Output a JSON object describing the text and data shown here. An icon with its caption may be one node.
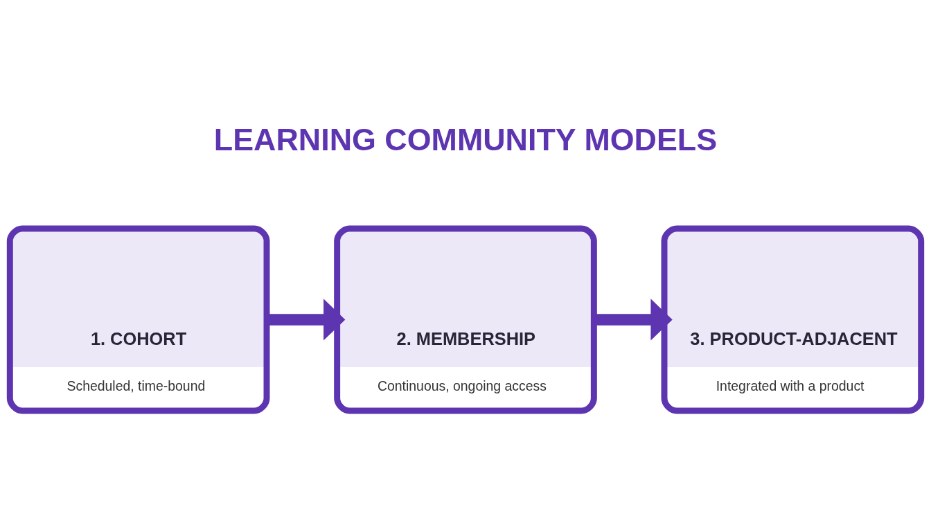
{
  "diagram": {
    "title": "LEARNING COMMUNITY MODELS",
    "nodes": [
      {
        "text": [
          "1. COHORT",
          "Scheduled, time-bound"
        ]
      },
      {
        "text": [
          "2. MEMBERSHIP",
          "Continuous, ongoing access"
        ]
      },
      {
        "text": [
          "3. PRODUCT-ADJACENT",
          "Integrated with a product"
        ]
      }
    ],
    "edges": [
      {
        "from": 0,
        "to": 1,
        "arrow": "to"
      },
      {
        "from": 1,
        "to": 2,
        "arrow": "to"
      }
    ]
  }
}
